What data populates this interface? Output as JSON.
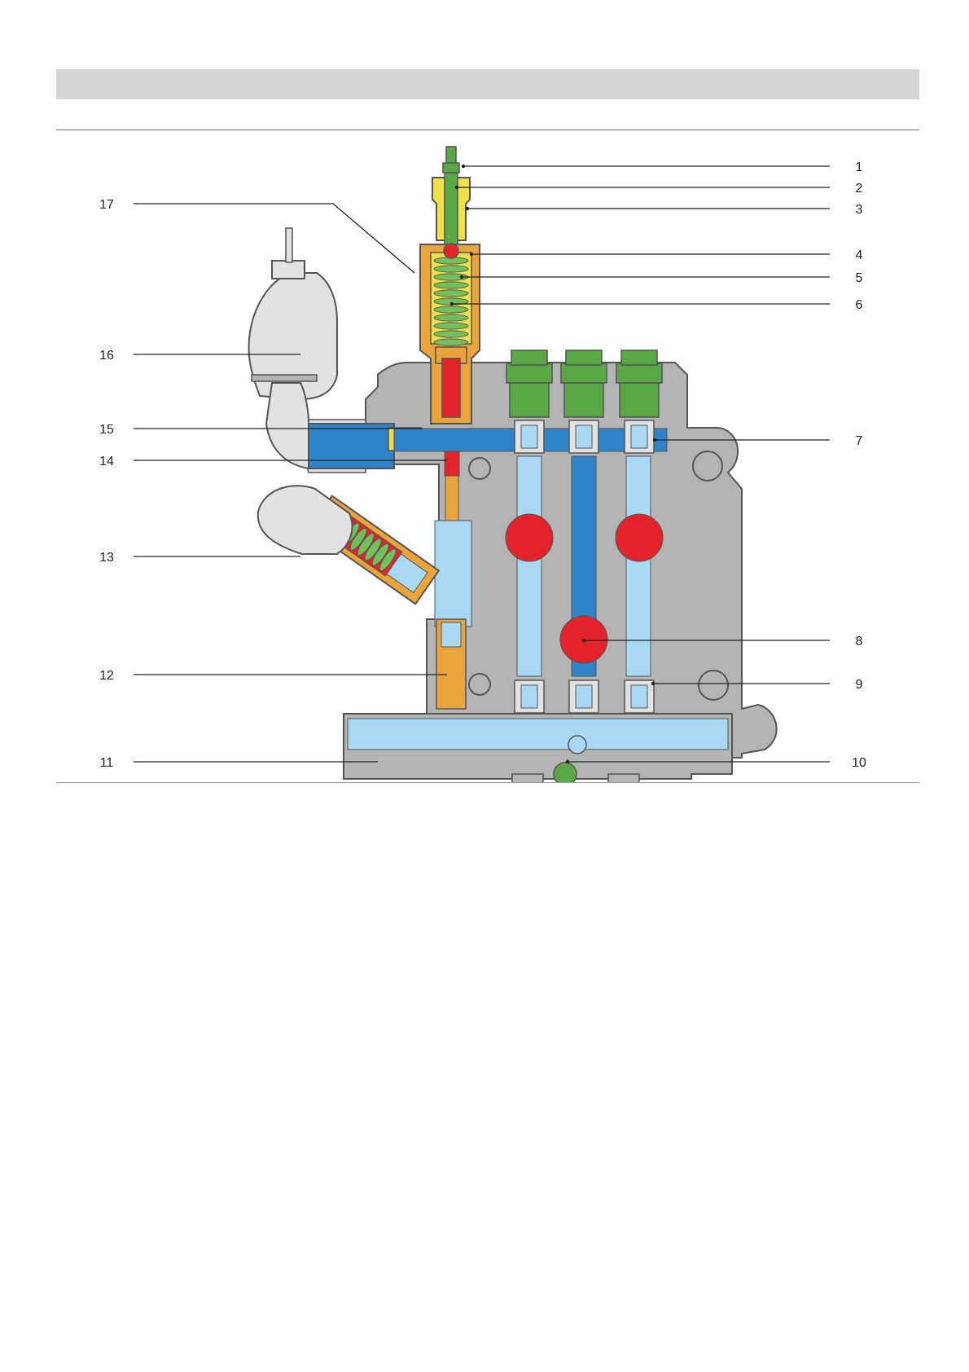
{
  "header": {
    "title": ""
  },
  "diagram": {
    "callouts": [
      {
        "label": "1"
      },
      {
        "label": "2"
      },
      {
        "label": "3"
      },
      {
        "label": "4"
      },
      {
        "label": "5"
      },
      {
        "label": "6"
      },
      {
        "label": "7"
      },
      {
        "label": "8"
      },
      {
        "label": "9"
      },
      {
        "label": "10"
      },
      {
        "label": "11"
      },
      {
        "label": "12"
      },
      {
        "label": "13"
      },
      {
        "label": "14"
      },
      {
        "label": "15"
      },
      {
        "label": "16"
      },
      {
        "label": "17"
      }
    ],
    "colors": {
      "body": "#b4b4b4",
      "outline": "#555555",
      "fluid_light": "#a9d9f2",
      "fluid_dark": "#2f83c8",
      "plug_green": "#5aa748",
      "spring_green": "#73c05b",
      "brass": "#e9a43c",
      "yellow": "#f2e04a",
      "red": "#e5232b",
      "grey_light": "#e2e2e2"
    }
  }
}
